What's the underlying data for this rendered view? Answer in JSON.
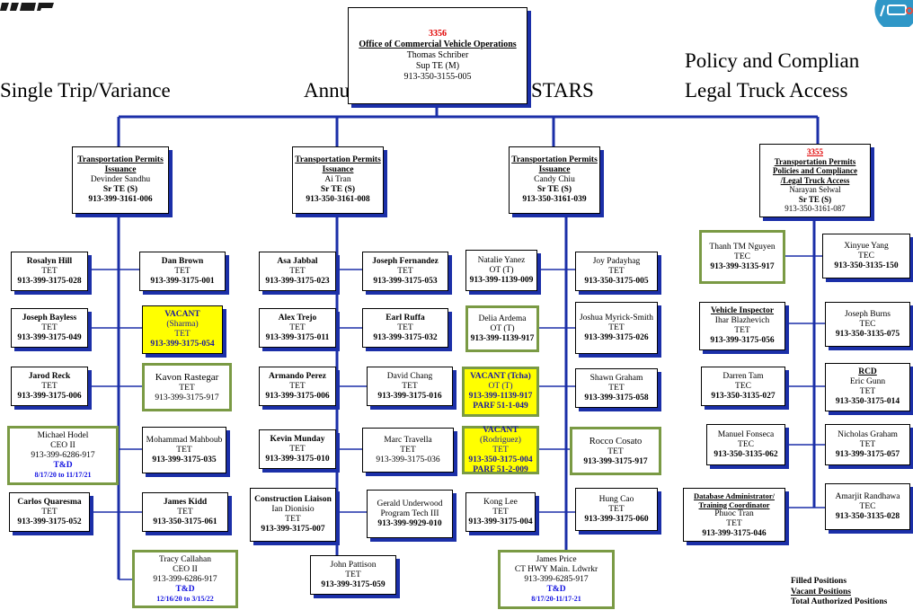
{
  "top_left_logo_text": "",
  "section_headings": {
    "single_trip": "Single Trip/Variance",
    "annuals": "Annuals",
    "stars": "STARS",
    "policy_line1": "Policy and Complian",
    "policy_line2": "Legal Truck Access"
  },
  "top_office": {
    "code": "3356",
    "title": "Office of Commercial Vehicle Operations",
    "name": "Thomas Schriber",
    "position": "Sup TE (M)",
    "phone": "913-350-3155-005"
  },
  "supervisors": [
    {
      "code": "",
      "title_lines": [
        "Transportation Permits",
        "Issuance"
      ],
      "name": "Devinder Sandhu",
      "position": "Sr TE (S)",
      "phone": "913-399-3161-006"
    },
    {
      "code": "",
      "title_lines": [
        "Transportation Permits",
        "Issuance"
      ],
      "name": "Ai Tran",
      "position": "Sr TE (S)",
      "phone": "913-350-3161-008"
    },
    {
      "code": "",
      "title_lines": [
        "Transportation Permits",
        "Issuance"
      ],
      "name": "Candy Chiu",
      "position": "Sr TE (S)",
      "phone": "913-350-3161-039"
    },
    {
      "code": "3355",
      "title_lines": [
        "Transportation Permits",
        "Policies and Compliance",
        "/Legal Truck Access"
      ],
      "name": "Narayan Selwal",
      "position": "Sr TE (S)",
      "phone": "913-350-3161-087"
    }
  ],
  "staff": {
    "col1": [
      {
        "name": "Rosalyn Hill",
        "position": "TET",
        "phone": "913-399-3175-028"
      },
      {
        "name": "Joseph Bayless",
        "position": "TET",
        "phone": "913-399-3175-049"
      },
      {
        "name": "Jarod Reck",
        "position": "TET",
        "phone": "913-399-3175-006"
      },
      {
        "name": "Michael Hodel",
        "position": "CEO II",
        "phone": "913-399-6286-917",
        "note": "T&D",
        "dates": "8/17/20  to 11/17/21"
      },
      {
        "name": "Carlos Quaresma",
        "position": "TET",
        "phone": "913-399-3175-052"
      }
    ],
    "col2": [
      {
        "name": "Dan Brown",
        "position": "TET",
        "phone": "913-399-3175-001"
      },
      {
        "name": "VACANT",
        "sub": "(Sharma)",
        "position": "TET",
        "phone": "913-399-3175-054"
      },
      {
        "name": "Kavon Rastegar",
        "position": "TET",
        "phone": "913-399-3175-917"
      },
      {
        "name": "Mohammad Mahboub",
        "position": "TET",
        "phone": "913-399-3175-035"
      },
      {
        "name": "James Kidd",
        "position": "TET",
        "phone": "913-350-3175-061"
      },
      {
        "name": "Tracy Callahan",
        "position": "CEO II",
        "phone": "913-399-6286-917",
        "note": "T&D",
        "dates": "12/16/20 to 3/15/22"
      }
    ],
    "col3": [
      {
        "name": "Asa Jabbal",
        "position": "TET",
        "phone": "913-399-3175-023"
      },
      {
        "name": "Alex Trejo",
        "position": "TET",
        "phone": "913-399-3175-011"
      },
      {
        "name": "Armando Perez",
        "position": "TET",
        "phone": "913-399-3175-006"
      },
      {
        "name": "Kevin Munday",
        "position": "TET",
        "phone": "913-399-3175-010"
      },
      {
        "title": "Construction Liaison",
        "name": "Ian Dionisio",
        "position": "TET",
        "phone": "913-399-3175-007"
      }
    ],
    "col4": [
      {
        "name": "Joseph Fernandez",
        "position": "TET",
        "phone": "913-399-3175-053"
      },
      {
        "name": "Earl Ruffa",
        "position": "TET",
        "phone": "913-399-3175-032"
      },
      {
        "name": "David Chang",
        "position": "TET",
        "phone": "913-399-3175-016"
      },
      {
        "name": "Marc Travella",
        "position": "TET",
        "phone": "913-399-3175-036"
      },
      {
        "name": "Gerald Underwood",
        "position": "Program Tech III",
        "phone": "913-399-9929-010"
      },
      {
        "name": "John Pattison",
        "position": "TET",
        "phone": "913-399-3175-059"
      }
    ],
    "col5": [
      {
        "name": "Natalie Yanez",
        "position": "OT (T)",
        "phone": "913-399-1139-009"
      },
      {
        "name": "Delia Ardema",
        "position": "OT (T)",
        "phone": "913-399-1139-917"
      },
      {
        "name": "VACANT (Tcha)",
        "position": "OT (T)",
        "phone": "913-399-1139-917",
        "parf": "PARF 51-1-049"
      },
      {
        "name": "VACANT",
        "sub": "(Rodriguez)",
        "position": "TET",
        "phone": "913-350-3175-004",
        "parf": "PARF 51-2-009"
      },
      {
        "name": "Kong Lee",
        "position": "TET",
        "phone": "913-399-3175-004"
      }
    ],
    "col6": [
      {
        "name": "Joy Padayhag",
        "position": "TET",
        "phone": "913-350-3175-005"
      },
      {
        "name": "Joshua Myrick-Smith",
        "position": "TET",
        "phone": "913-399-3175-026"
      },
      {
        "name": "Shawn Graham",
        "position": "TET",
        "phone": "913-399-3175-058"
      },
      {
        "name": "Rocco Cosato",
        "position": "TET",
        "phone": "913-399-3175-917"
      },
      {
        "name": "Hung Cao",
        "position": "TET",
        "phone": "913-399-3175-060"
      }
    ],
    "col6_bottom": {
      "name": "James Price",
      "position": "CT HWY Main. Ldwrkr",
      "phone": "913-399-6285-917",
      "note": "T&D",
      "dates": "8/17/20-11/17-21"
    },
    "col7": [
      {
        "name": "Thanh TM Nguyen",
        "position": "TEC",
        "phone": "913-399-3135-917"
      },
      {
        "title": "Vehicle Inspector",
        "name": "Ihar Blazhevich",
        "position": "TET",
        "phone": "913-399-3175-056"
      },
      {
        "name": "Darren Tam",
        "position": "TEC",
        "phone": "913-350-3135-027"
      },
      {
        "name": "Manuel Fonseca",
        "position": "TEC",
        "phone": "913-350-3135-062"
      },
      {
        "title": "Database Administrator/ Training Coordinator",
        "name": "Phuoc Tran",
        "position": "TET",
        "phone": "913-399-3175-046"
      }
    ],
    "col8": [
      {
        "name": "Xinyue Yang",
        "position": "TEC",
        "phone": "913-350-3135-150"
      },
      {
        "name": "Joseph Burns",
        "position": "TEC",
        "phone": "913-350-3135-075"
      },
      {
        "title": "RCD",
        "name": "Eric Gunn",
        "position": "TET",
        "phone": "913-350-3175-014"
      },
      {
        "name": "Nicholas Graham",
        "position": "TET",
        "phone": "913-399-3175-057"
      },
      {
        "name": "Amarjit Randhawa",
        "position": "TEC",
        "phone": "913-350-3135-028"
      }
    ]
  },
  "legend": {
    "filled": "Filled Positions",
    "vacant": "Vacant Positions",
    "total": "Total Authorized Positions"
  },
  "colors": {
    "connector": "#1b2fa8",
    "green_border": "#7a9a44",
    "vacant_fill": "#ffff00",
    "accent_red": "#e00000",
    "accent_blue": "#1010e0"
  }
}
